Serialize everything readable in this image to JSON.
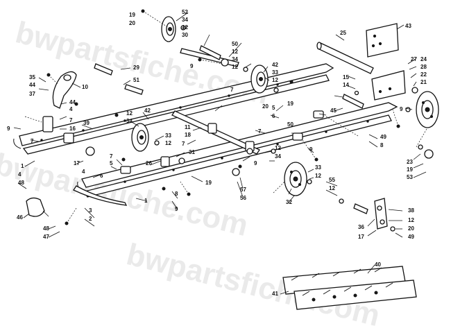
{
  "watermark": "bwpartsfiche.com",
  "labels": {
    "l1": "1",
    "l2": "2",
    "l3": "3",
    "l4": "4",
    "l5": "5",
    "l6": "6",
    "l7": "7",
    "l8": "8",
    "l9": "9",
    "l10": "10",
    "l11": "11",
    "l12": "12",
    "l14": "14",
    "l15": "15",
    "l16": "16",
    "l17": "17",
    "l18": "18",
    "l19": "19",
    "l20": "20",
    "l21": "21",
    "l22": "22",
    "l23": "23",
    "l24": "24",
    "l25": "25",
    "l26": "26",
    "l27": "27",
    "l28": "28",
    "l29": "29",
    "l30": "30",
    "l31": "31",
    "l32": "32",
    "l33": "33",
    "l34": "34",
    "l35": "35",
    "l36": "36",
    "l37": "37",
    "l38": "38",
    "l39": "39",
    "l40": "40",
    "l41": "41",
    "l42": "42",
    "l43": "43",
    "l44": "44",
    "l45": "45",
    "l46": "46",
    "l47": "47",
    "l48": "48",
    "l49": "49",
    "l50": "50",
    "l51": "51",
    "l52": "52",
    "l53": "53",
    "l55": "55",
    "l56": "56",
    "l57": "57"
  }
}
